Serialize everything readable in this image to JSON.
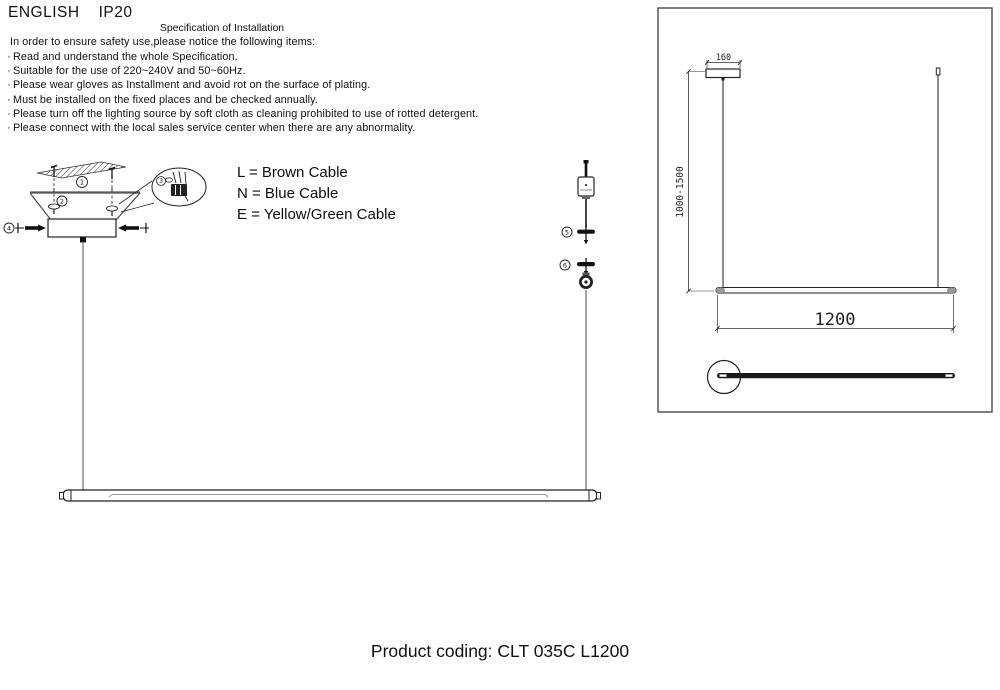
{
  "header": {
    "language": "ENGLISH",
    "ip_rating": "IP20"
  },
  "spec": {
    "title": "Specification of Installation",
    "intro": "In order to ensure safety use,please notice the following items:",
    "bullet": "·",
    "items": [
      "Read and understand the whole Specification.",
      "Suitable for the use of 220~240V and 50~60Hz.",
      "Please wear gloves as Installment and avoid rot on the surface of plating.",
      "Must be installed on the fixed places and be checked annually.",
      "Please turn off the lighting source by soft cloth as cleaning prohibited to use of rotted detergent.",
      "Please connect with the local sales service center when there are any abnormality."
    ]
  },
  "wiring_legend": {
    "lines": [
      "L = Brown Cable",
      "N = Blue Cable",
      "E = Yellow/Green Cable"
    ]
  },
  "callouts": {
    "mounting_plate": "1",
    "plate_screw": "2",
    "terminal_block": "3",
    "canopy_screw": "4",
    "cable_lock_screw": "5",
    "cable_gripper_nut": "6"
  },
  "dimensions": {
    "canopy_width": "160",
    "suspension_height": "1000-1500",
    "fixture_length": "1200"
  },
  "footer": {
    "product_coding": "Product coding: CLT 035C L1200"
  }
}
